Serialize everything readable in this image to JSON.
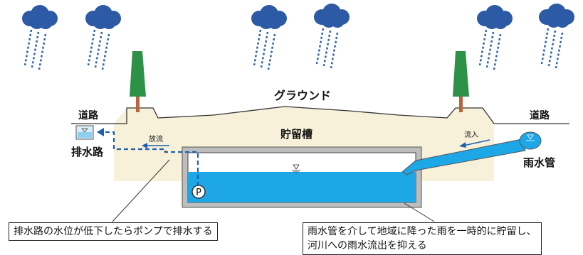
{
  "labels": {
    "ground": "グラウンド",
    "road_left": "道路",
    "road_right": "道路",
    "tank": "貯留槽",
    "drain": "排水路",
    "rain_pipe": "雨水管",
    "discharge": "放流",
    "inflow": "流入",
    "pump": "P"
  },
  "callouts": {
    "pump_note": "排水路の水位が低下したらポンプで排水する",
    "tank_note_line1": "雨水管を介して地域に降った雨を一時的に貯留し、",
    "tank_note_line2": "河川への雨水流出を抑える"
  },
  "colors": {
    "water": "#1ea7e6",
    "ground_fill": "#f8f1d9",
    "cloud": "#2c5aa4",
    "tree": "#2e9148",
    "trunk": "#b8643c",
    "rain": "#2b63b5",
    "tank_wall": "#bdbdbd",
    "flow_arrow": "#1f5fb0"
  }
}
